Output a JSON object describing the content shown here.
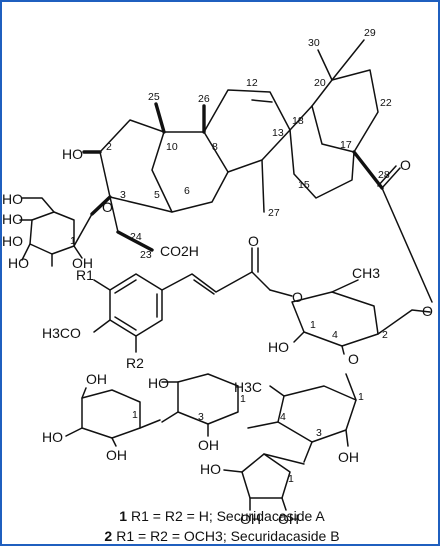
{
  "structure": {
    "groups": {
      "hydroxyl": "HO",
      "methoxy": "H3CO",
      "methyl": "CH3",
      "methyl_left": "H3C",
      "acid": "CO2H",
      "carbonyl_o": "O",
      "ring_o": "O",
      "glc_oh": "HO",
      "oh": "OH",
      "oh2": "OH",
      "r1": "R1",
      "r2": "R2"
    },
    "positions": [
      "30",
      "29",
      "20",
      "22",
      "12",
      "18",
      "17",
      "28",
      "25",
      "26",
      "13",
      "2",
      "10",
      "8",
      "3",
      "5",
      "6",
      "15",
      "27",
      "24",
      "23",
      "1"
    ],
    "sugar_numbers": [
      "1",
      "4",
      "2",
      "1",
      "1",
      "1",
      "3",
      "3",
      "4",
      "1"
    ]
  },
  "legend": [
    {
      "number": "1",
      "text": "R1 = R2 = H; Securidacaside A"
    },
    {
      "number": "2",
      "text": "R1 = R2 = OCH3; Securidacaside B"
    }
  ]
}
